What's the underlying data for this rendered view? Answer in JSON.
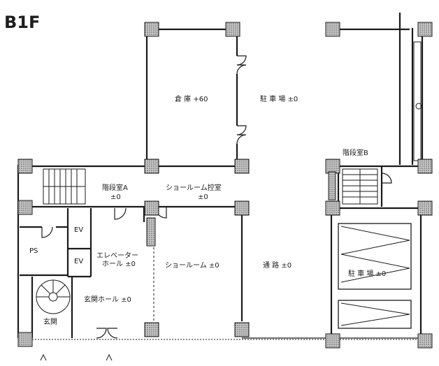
{
  "floor_label": "B1F",
  "rooms": {
    "storage": "倉 庫 +60",
    "parking_top": "駐 車 場 ±0",
    "stair_b": "階段室B",
    "stair_a": "階段室A",
    "stair_a_level": "±0",
    "showroom_annex": "ショールーム控室",
    "showroom_annex_level": "±0",
    "ev_1": "EV",
    "ev_2": "EV",
    "ps": "PS",
    "elevator_hall": "エレベーター",
    "elevator_hall_2": "ホール ±0",
    "showroom": "ショールーム ±0",
    "road": "通 路 ±0",
    "parking_bottom": "駐 車 場 ±0",
    "entrance_hall": "玄関ホール ±0",
    "entrance": "玄関"
  },
  "colors": {
    "wall": "#1a1a1a",
    "column_fill": "#9a9a9a"
  }
}
